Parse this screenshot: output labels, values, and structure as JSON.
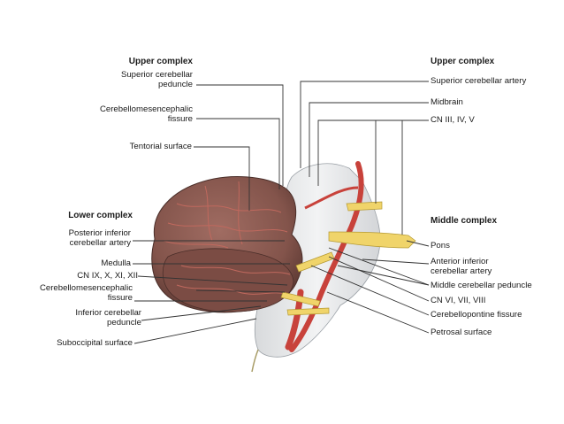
{
  "diagram": {
    "left_labels": {
      "upper_header": "Upper complex",
      "sup_cereb_peduncle_1": "Superior cerebellar",
      "sup_cereb_peduncle_2": "peduncle",
      "cm_fissure_1": "Cerebellomesencephalic",
      "cm_fissure_2": "fissure",
      "tentorial_surface": "Tentorial surface",
      "lower_header": "Lower complex",
      "pica_1": "Posterior inferior",
      "pica_2": "cerebellar artery",
      "medulla": "Medulla",
      "cn_9_12": "CN IX, X, XI, XII",
      "cm_fissure_low_1": "Cerebellomesencephalic",
      "cm_fissure_low_2": "fissure",
      "inf_cereb_peduncle_1": "Inferior cerebellar",
      "inf_cereb_peduncle_2": "peduncle",
      "suboccipital_surface": "Suboccipital surface"
    },
    "right_labels": {
      "upper_header": "Upper complex",
      "sca": "Superior cerebellar artery",
      "midbrain": "Midbrain",
      "cn_3_5": "CN III, IV, V",
      "middle_header": "Middle complex",
      "pons": "Pons",
      "aica_1": "Anterior inferior",
      "aica_2": "cerebellar artery",
      "mid_cereb_peduncle": "Middle cerebellar peduncle",
      "cn_6_8": "CN VI, VII, VIII",
      "cp_fissure": "Cerebellopontine fissure",
      "petrosal_surface": "Petrosal surface"
    }
  },
  "colors": {
    "cerebellum": "#8a5a52",
    "cerebellum_dark": "#5e3a34",
    "vessel": "#c8423b",
    "nerve": "#f0d46a",
    "brainstem": "#e6e8ea",
    "line": "#333333"
  }
}
